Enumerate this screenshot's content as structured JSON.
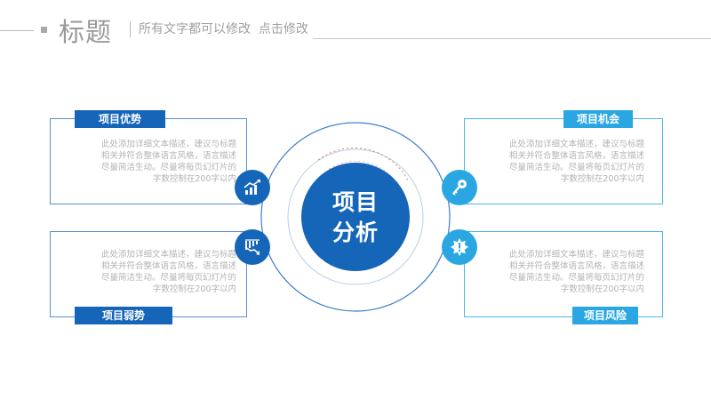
{
  "header": {
    "title": "标题",
    "subtitle": "所有文字都可以修改  点击修改"
  },
  "center": {
    "line1": "项目",
    "line2": "分析"
  },
  "quadrants": {
    "strengths": {
      "label": "项目优势",
      "text": [
        "此处添加详细文本描述，建议与标题",
        "相关并符合整体语言风格，语言描述",
        "尽量简洁生动。尽量将每页幻灯片的",
        "字数控制在200字以内"
      ],
      "icon": "growth-chart-icon"
    },
    "opportunities": {
      "label": "项目机会",
      "text": [
        "此处添加详细文本描述，建议与标题",
        "相关并符合整体语言风格，语言描述",
        "尽量简洁生动。尽量将每页幻灯片的",
        "字数控制在200字以内"
      ],
      "icon": "key-icon"
    },
    "weaknesses": {
      "label": "项目弱势",
      "text": [
        "此处添加详细文本描述，建议与标题",
        "相关并符合整体语言风格，语言描述",
        "尽量简洁生动。尽量将每页幻灯片的",
        "字数控制在200字以内"
      ],
      "icon": "decline-chart-icon"
    },
    "threats": {
      "label": "项目风险",
      "text": [
        "此处添加详细文本描述，建议与标题",
        "相关并符合整体语言风格，语言描述",
        "尽量简洁生动。尽量将每页幻灯片的",
        "字数控制在200字以内"
      ],
      "icon": "warning-burst-icon"
    }
  },
  "colors": {
    "dark_blue": "#1565b8",
    "light_blue": "#2aa7e2",
    "accent_red": "#e05050",
    "body_text": "#b3b3b3"
  }
}
